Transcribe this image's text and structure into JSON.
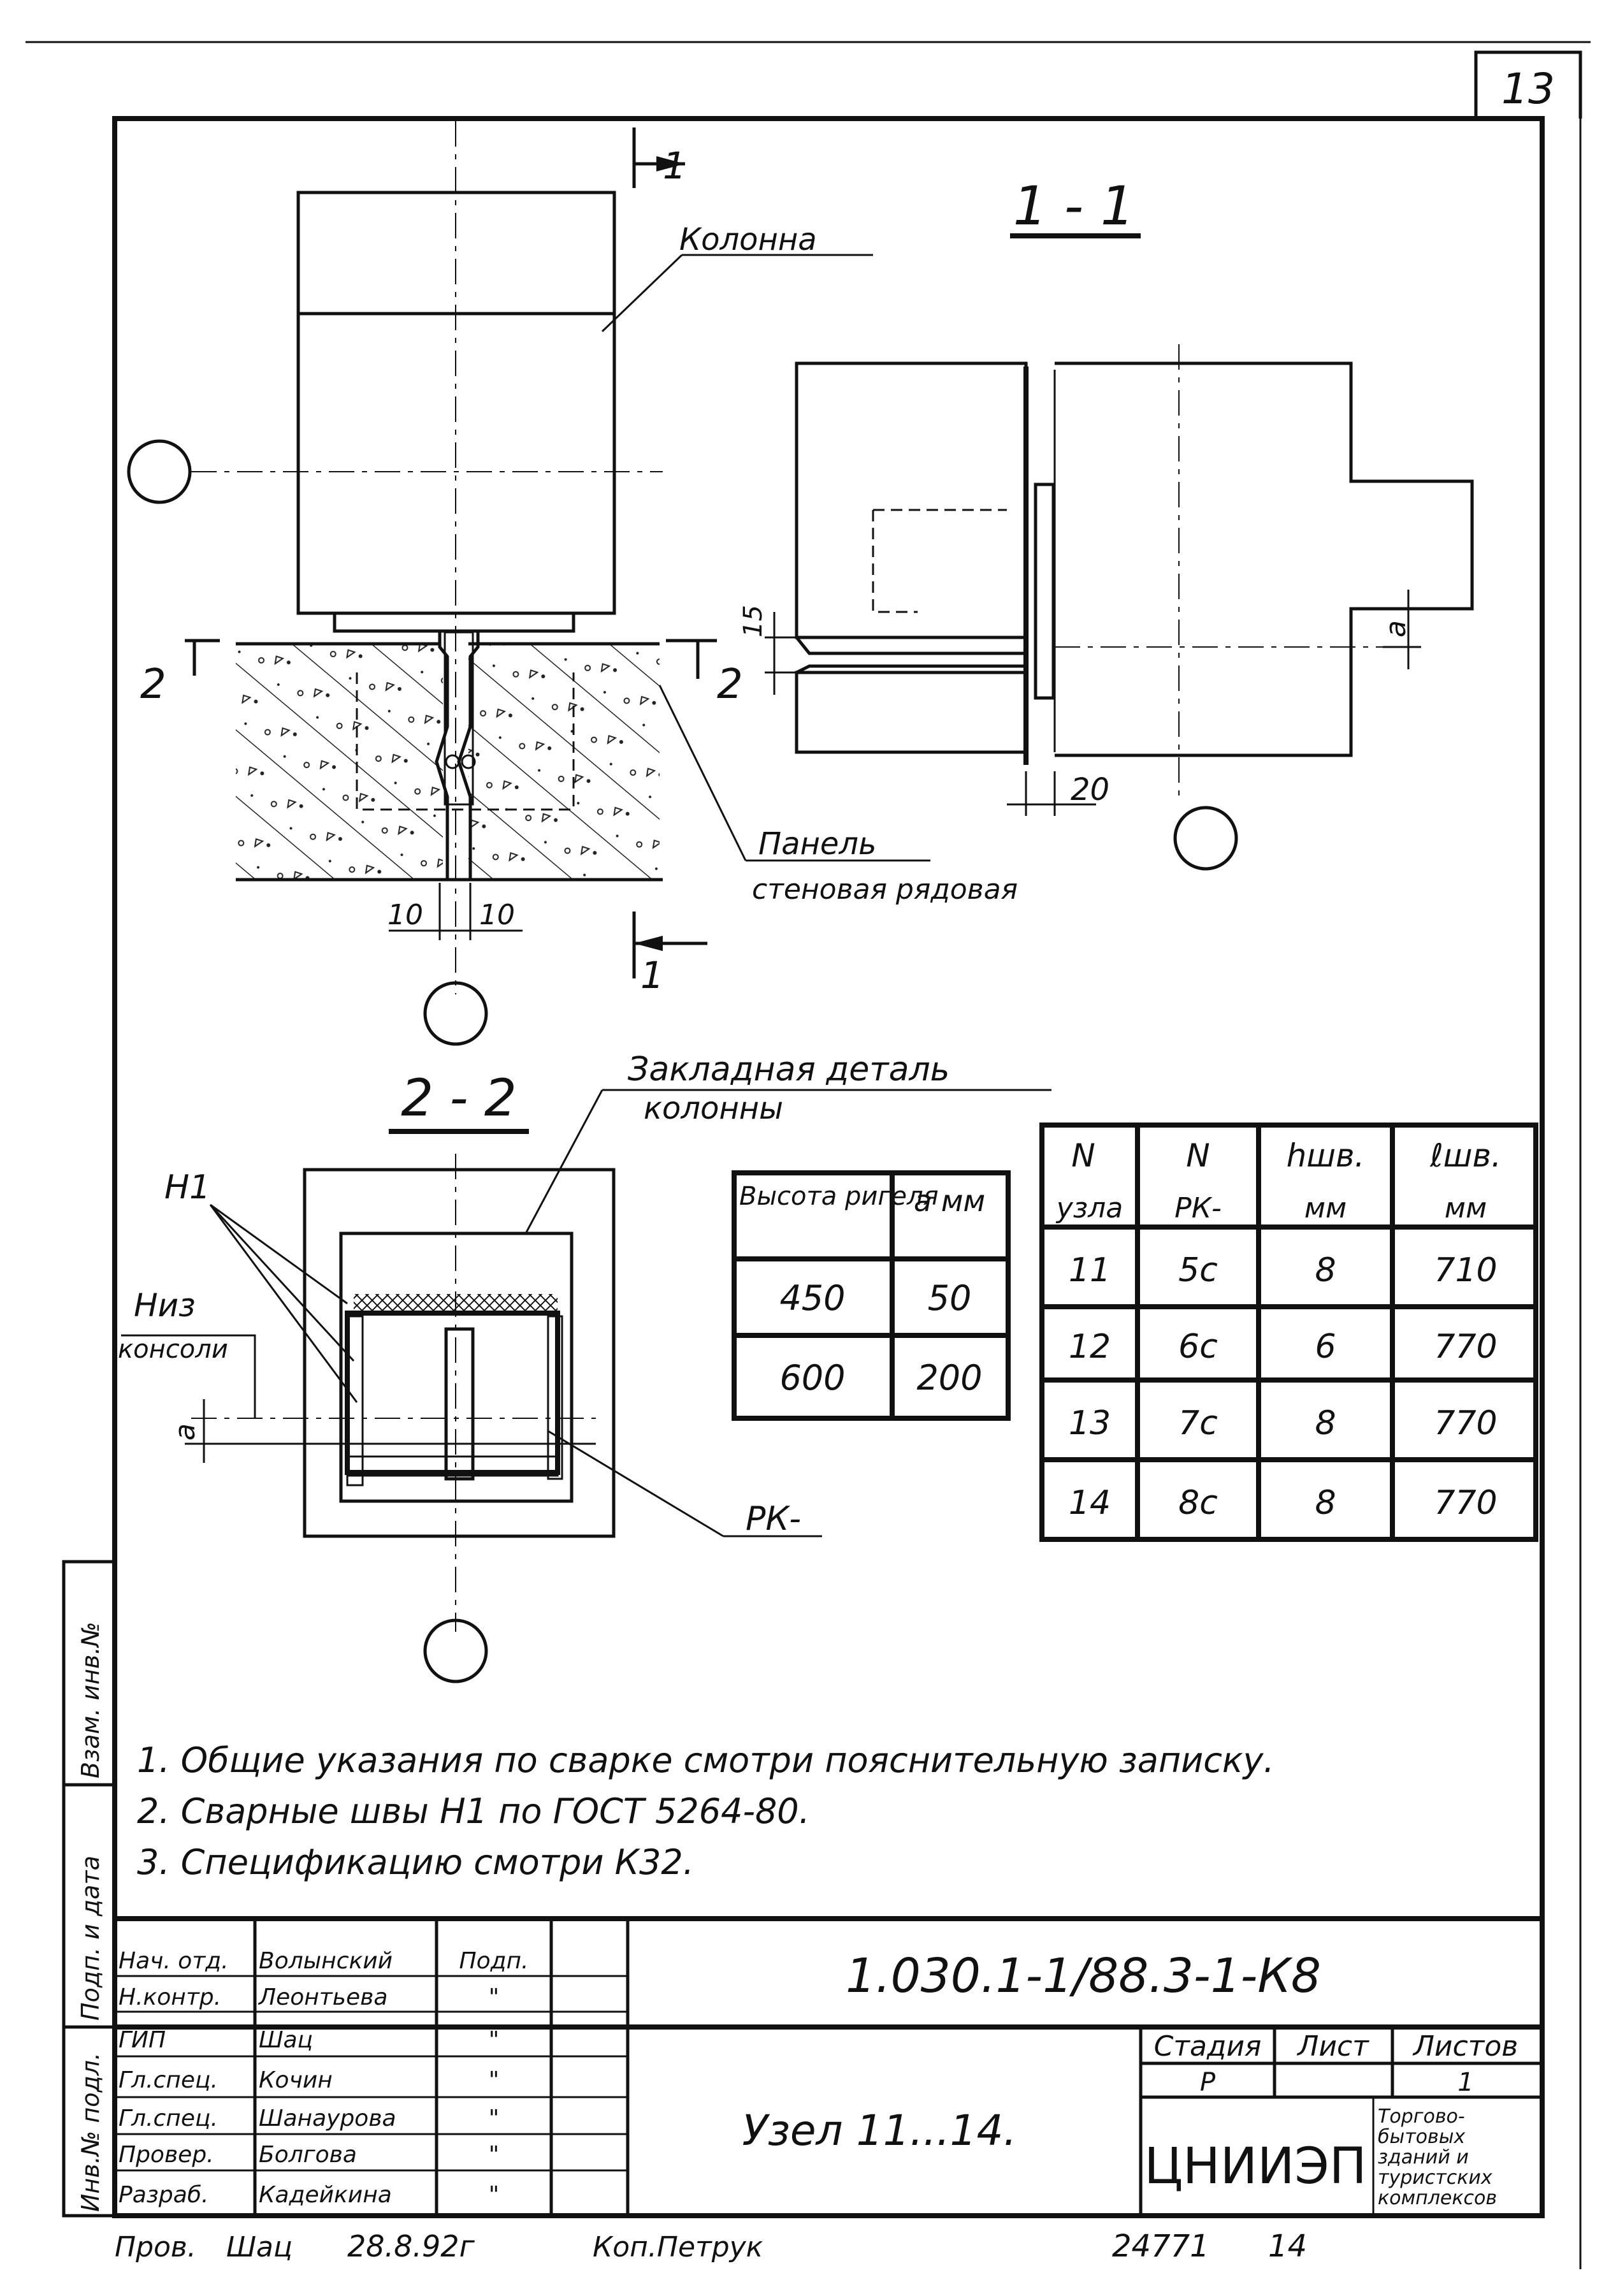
{
  "sheet_number": "13",
  "section_1": {
    "title": "1 - 1",
    "cut_mark": "1",
    "label_column": "Колонна",
    "label_panel_1": "Панель",
    "label_panel_2": "стеновая рядовая",
    "dim_10_left": "10",
    "dim_10_right": "10",
    "dim_15": "15",
    "dim_20": "20",
    "dim_a": "a",
    "cut_2": "2"
  },
  "section_2": {
    "title": "2 - 2",
    "label_h1": "Н1",
    "label_niz_1": "Низ",
    "label_niz_2": "консоли",
    "label_embed_1": "Закладная деталь",
    "label_embed_2": "колонны",
    "label_rk": "РК-",
    "dim_a": "a"
  },
  "table_a": {
    "headers": [
      "Высота ригеля",
      "a мм"
    ],
    "rows": [
      [
        "450",
        "50"
      ],
      [
        "600",
        "200"
      ]
    ]
  },
  "table_nodes": {
    "headers": [
      [
        "N",
        "узла"
      ],
      [
        "N",
        "РК-"
      ],
      [
        "hшв.",
        "мм"
      ],
      [
        "ℓшв.",
        "мм"
      ]
    ],
    "rows": [
      [
        "11",
        "5с",
        "8",
        "710"
      ],
      [
        "12",
        "6с",
        "6",
        "770"
      ],
      [
        "13",
        "7с",
        "8",
        "770"
      ],
      [
        "14",
        "8с",
        "8",
        "770"
      ]
    ]
  },
  "notes": [
    "1. Общие указания по сварке смотри пояснительную записку.",
    "2. Сварные швы Н1 по ГОСТ 5264-80.",
    "3. Спецификацию смотри К32."
  ],
  "side_stamp": [
    "Инв.№ подл.",
    "Подп. и дата",
    "Взам. инв.№"
  ],
  "title_block": {
    "document_code": "1.030.1-1/88.3-1-К8",
    "drawing_title": "Узел 11...14.",
    "stage_header": "Стадия",
    "sheet_header": "Лист",
    "sheets_header": "Листов",
    "stage_value": "Р",
    "sheets_value": "1",
    "org": "ЦНИИЭП",
    "org_desc": [
      "Торгово-",
      "бытовых",
      "зданий и",
      "туристских",
      "комплексов"
    ],
    "sign_header": "Подп.",
    "people": [
      {
        "role": "Нач. отд.",
        "name": "Волынский",
        "sign": "Подп."
      },
      {
        "role": "Н.контр.",
        "name": "Леонтьева",
        "sign": "\""
      },
      {
        "role": "ГИП",
        "name": "Шац",
        "sign": "\""
      },
      {
        "role": "Гл.спец.",
        "name": "Кочин",
        "sign": "\""
      },
      {
        "role": "Гл.спец.",
        "name": "Шанаурова",
        "sign": "\""
      },
      {
        "role": "Провер.",
        "name": "Болгова",
        "sign": "\""
      },
      {
        "role": "Разраб.",
        "name": "Кадейкина",
        "sign": "\""
      }
    ]
  },
  "footer": {
    "checked": "Пров.",
    "signature": "Шац",
    "date": "28.8.92г",
    "copied": "Коп.Петрук",
    "inventory": "24771",
    "page": "14"
  }
}
